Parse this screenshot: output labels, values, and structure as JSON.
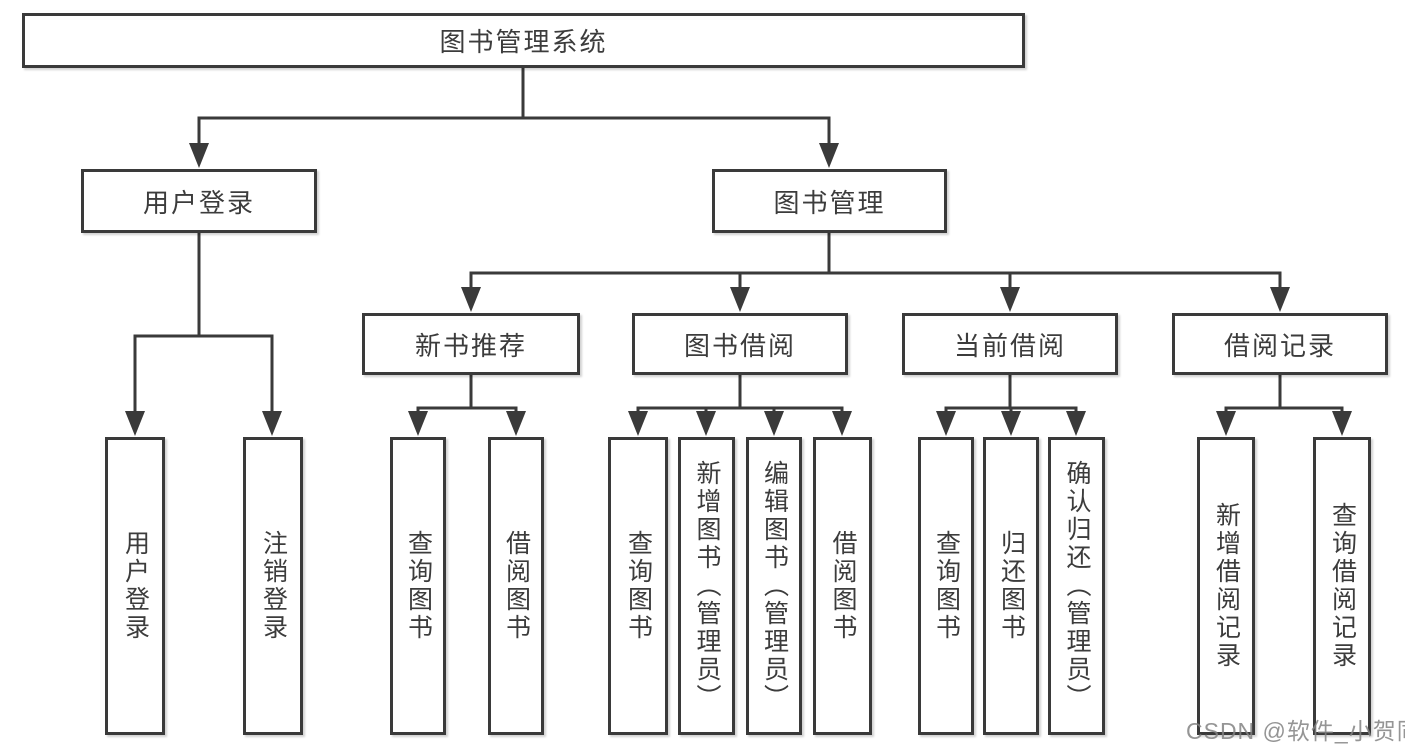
{
  "colors": {
    "line": "#3a3a3a",
    "text": "#3c3c3c",
    "watermark": "#8e8e8e",
    "background": "#ffffff"
  },
  "watermark": {
    "text": "CSDN @软件_小贺同学"
  },
  "tree": {
    "root": {
      "label": "图书管理系统"
    },
    "branches": [
      {
        "label": "用户登录",
        "children": [
          {
            "label": "用户登录"
          },
          {
            "label": "注销登录"
          }
        ]
      },
      {
        "label": "图书管理",
        "children": [
          {
            "label": "新书推荐",
            "children": [
              {
                "label": "查询图书"
              },
              {
                "label": "借阅图书"
              }
            ]
          },
          {
            "label": "图书借阅",
            "children": [
              {
                "label": "查询图书"
              },
              {
                "label": "新增图书（管理员）"
              },
              {
                "label": "编辑图书（管理员）"
              },
              {
                "label": "借阅图书"
              }
            ]
          },
          {
            "label": "当前借阅",
            "children": [
              {
                "label": "查询图书"
              },
              {
                "label": "归还图书"
              },
              {
                "label": "确认归还（管理员）"
              }
            ]
          },
          {
            "label": "借阅记录",
            "children": [
              {
                "label": "新增借阅记录"
              },
              {
                "label": "查询借阅记录"
              }
            ]
          }
        ]
      }
    ]
  }
}
